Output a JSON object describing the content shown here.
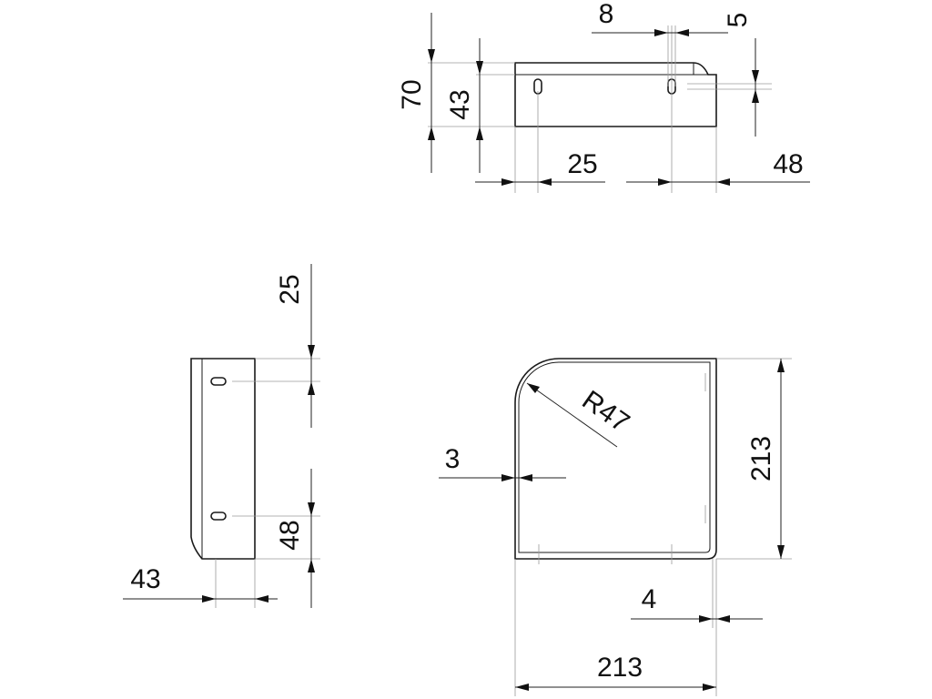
{
  "dimensions": {
    "top_view": {
      "d8": "8",
      "d5": "5",
      "d70": "70",
      "d43": "43",
      "d25": "25",
      "d48": "48"
    },
    "side_view": {
      "d25": "25",
      "d48": "48",
      "d43": "43"
    },
    "front_view": {
      "radius": "R47",
      "d3": "3",
      "d213_height": "213",
      "d4": "4",
      "d213_width": "213"
    }
  }
}
